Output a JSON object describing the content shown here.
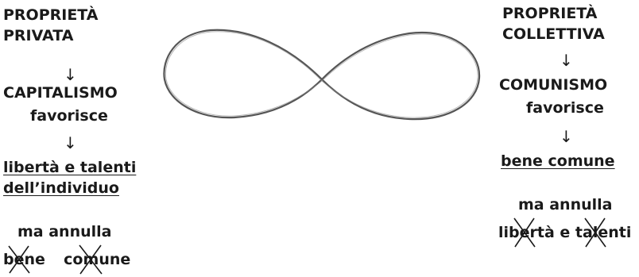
{
  "left": {
    "heading_line1": "PROPRIETÀ",
    "heading_line2": "PRIVATA",
    "system": "CAPITALISMO",
    "verb": "favorisce",
    "result_line1": "libertà e talenti",
    "result_line2": "dell’individuo",
    "but_text": "ma annulla",
    "cancelled_word1_a": "b",
    "cancelled_word1_b": "e",
    "cancelled_word1_c": "ne",
    "cancelled_word2_a": "co",
    "cancelled_word2_b": "m",
    "cancelled_word2_c": "une"
  },
  "right": {
    "heading_line1": "PROPRIETÀ",
    "heading_line2": "COLLETTIVA",
    "system": "COMUNISMO",
    "verb": "favorisce",
    "result": "bene comune",
    "but_text": "ma annulla",
    "cancelled_word1_a": "lib",
    "cancelled_word1_b": "e",
    "cancelled_word1_c": "rtà e ",
    "cancelled_word2_a": "ta",
    "cancelled_word2_b": "l",
    "cancelled_word2_c": "enti"
  },
  "arrow_glyph": "↓",
  "colors": {
    "text": "#1a1a1a",
    "infinity_stroke": "#555555"
  }
}
